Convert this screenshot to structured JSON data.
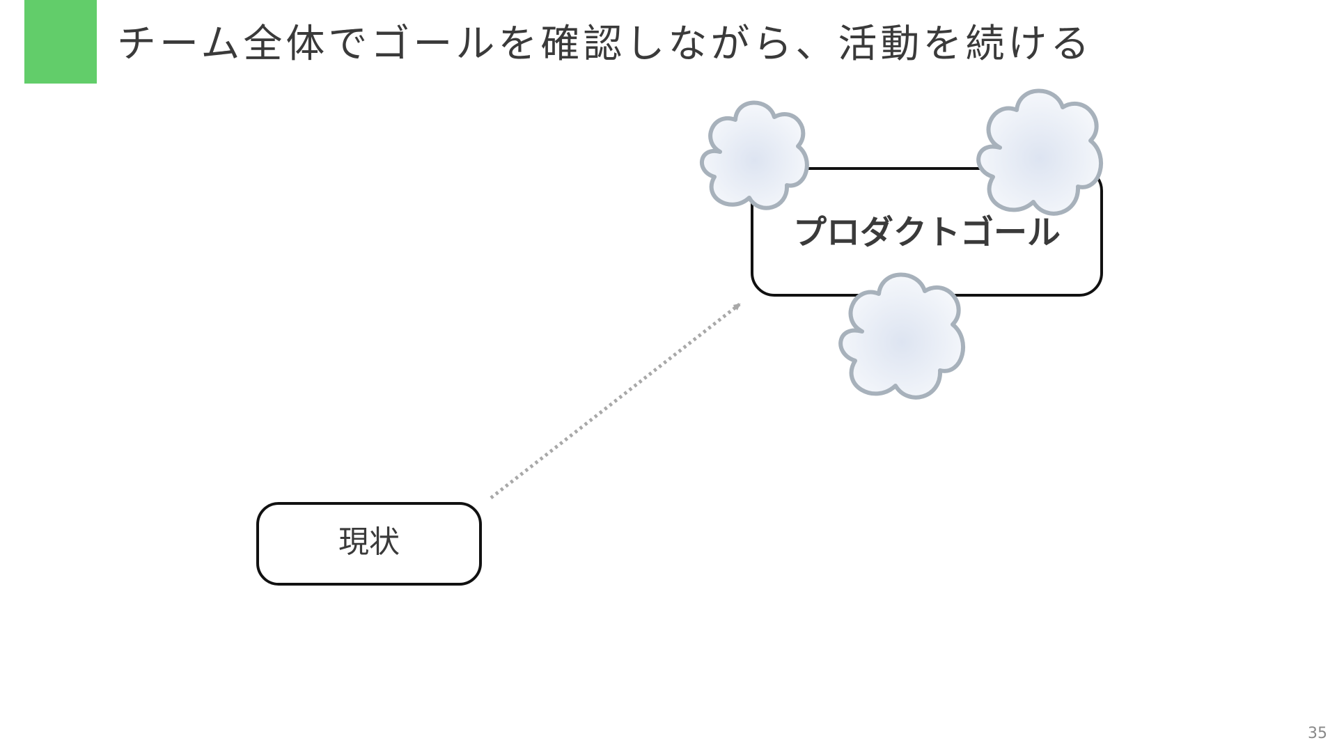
{
  "title": "チーム全体でゴールを確認しながら、活動を続ける",
  "accent_color": "#62cd6a",
  "nodes": {
    "current": {
      "label": "現状"
    },
    "goal": {
      "label": "プロダクトゴール"
    }
  },
  "arrow_color": "#a8a8a8",
  "clouds": {
    "count": 3,
    "fill": "#f2f5fa",
    "stroke": "#a7b1bb"
  },
  "page_number": "35"
}
